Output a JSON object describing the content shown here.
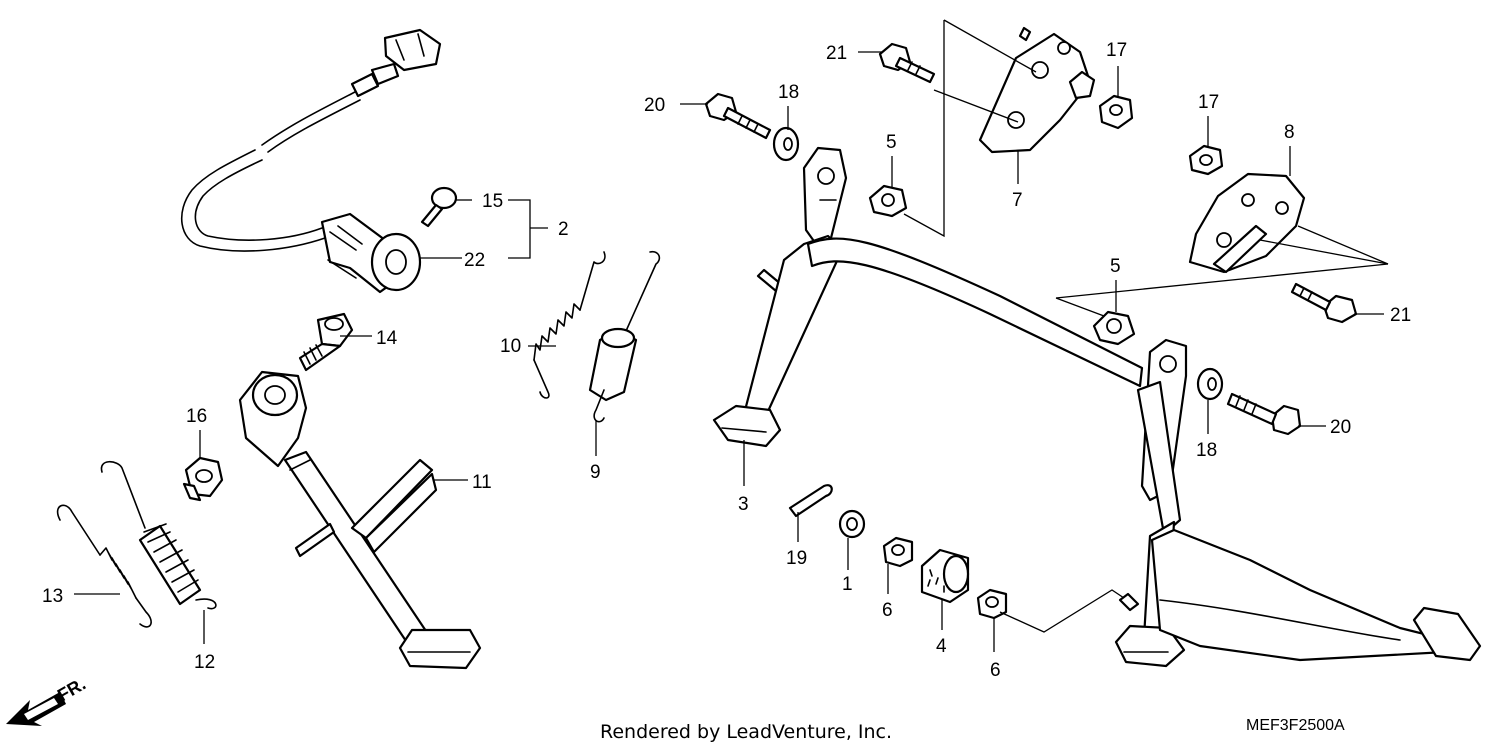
{
  "diagram": {
    "footer_credit": "Rendered by LeadVenture, Inc.",
    "drawing_code": "MEF3F2500A",
    "direction_indicator": "FR.",
    "callouts": {
      "c1": "1",
      "c2": "2",
      "c3": "3",
      "c4": "4",
      "c5a": "5",
      "c5b": "5",
      "c6a": "6",
      "c6b": "6",
      "c7": "7",
      "c8": "8",
      "c9": "9",
      "c10": "10",
      "c11": "11",
      "c12": "12",
      "c13": "13",
      "c14": "14",
      "c15": "15",
      "c16": "16",
      "c17a": "17",
      "c17b": "17",
      "c18a": "18",
      "c18b": "18",
      "c19": "19",
      "c20a": "20",
      "c20b": "20",
      "c21a": "21",
      "c21b": "21",
      "c22": "22"
    }
  }
}
